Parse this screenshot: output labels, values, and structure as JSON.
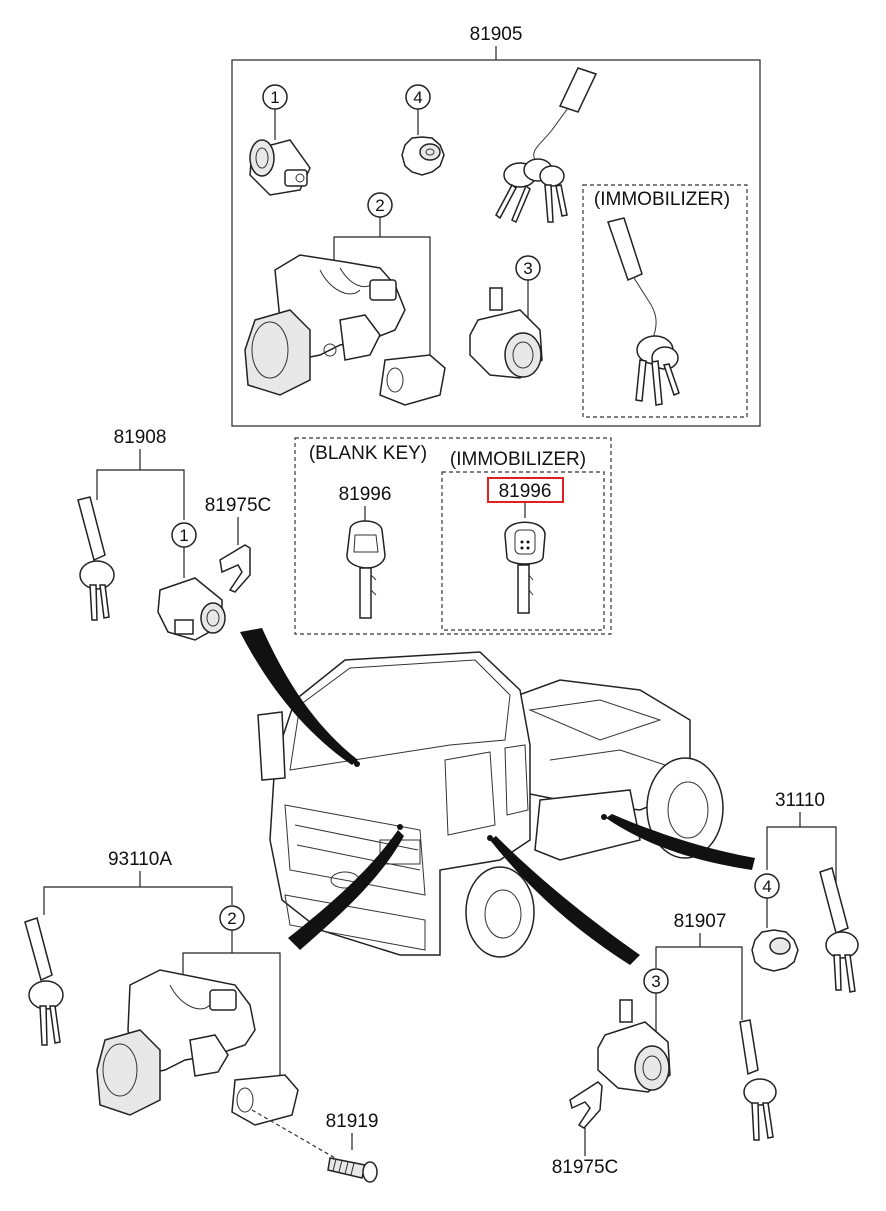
{
  "callouts": {
    "assy_main": "81905",
    "assy_left": "81908",
    "clip_left": "81975C",
    "blank_key_group": "(BLANK KEY)",
    "blank_key_part": "81996",
    "immobilizer_key_group": "(IMMOBILIZER)",
    "immobilizer_key_part": "81996",
    "immobilizer_main": "(IMMOBILIZER)",
    "cap_assy": "31110",
    "ignition_assy": "93110A",
    "door_assy": "81907",
    "screw": "81919",
    "clip_right": "81975C"
  },
  "index_numbers": {
    "main_1": "1",
    "main_2": "2",
    "main_3": "3",
    "main_4": "4",
    "left_1": "1",
    "cap_4": "4",
    "ign_2": "2",
    "door_3": "3"
  },
  "highlight": {
    "target": "immobilizer_key_part",
    "color": "#e02020"
  },
  "colors": {
    "line": "#222222",
    "pointer": "#111111",
    "background": "#ffffff"
  }
}
